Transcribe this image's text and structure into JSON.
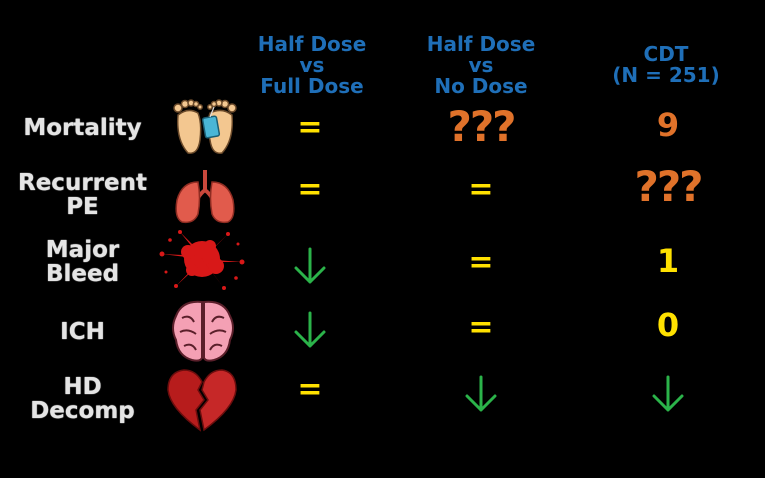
{
  "headers": {
    "col1": [
      "Half Dose",
      "vs",
      "Full Dose"
    ],
    "col2": [
      "Half Dose",
      "vs",
      "No Dose"
    ],
    "col3": [
      "CDT",
      "(N = 251)"
    ]
  },
  "rows": [
    {
      "label": [
        "Mortality"
      ],
      "icon": "toe-tag-feet-icon",
      "col1": "=",
      "col2": "???",
      "col3": "9"
    },
    {
      "label": [
        "Recurrent",
        "PE"
      ],
      "icon": "lungs-icon",
      "col1": "=",
      "col2": "=",
      "col3": "???"
    },
    {
      "label": [
        "Major",
        "Bleed"
      ],
      "icon": "blood-splatter-icon",
      "col1": "down-arrow",
      "col2": "=",
      "col3": "1"
    },
    {
      "label": [
        "ICH"
      ],
      "icon": "brain-icon",
      "col1": "down-arrow",
      "col2": "=",
      "col3": "0"
    },
    {
      "label": [
        "HD",
        "Decomp"
      ],
      "icon": "broken-heart-icon",
      "col1": "=",
      "col2": "down-arrow",
      "col3": "down-arrow"
    }
  ],
  "colors": {
    "background": "#000000",
    "header": "#1f6fb8",
    "label": "#e4e4e4",
    "equal": "#ffe100",
    "question": "#e0722a",
    "arrow": "#2bb34a"
  }
}
